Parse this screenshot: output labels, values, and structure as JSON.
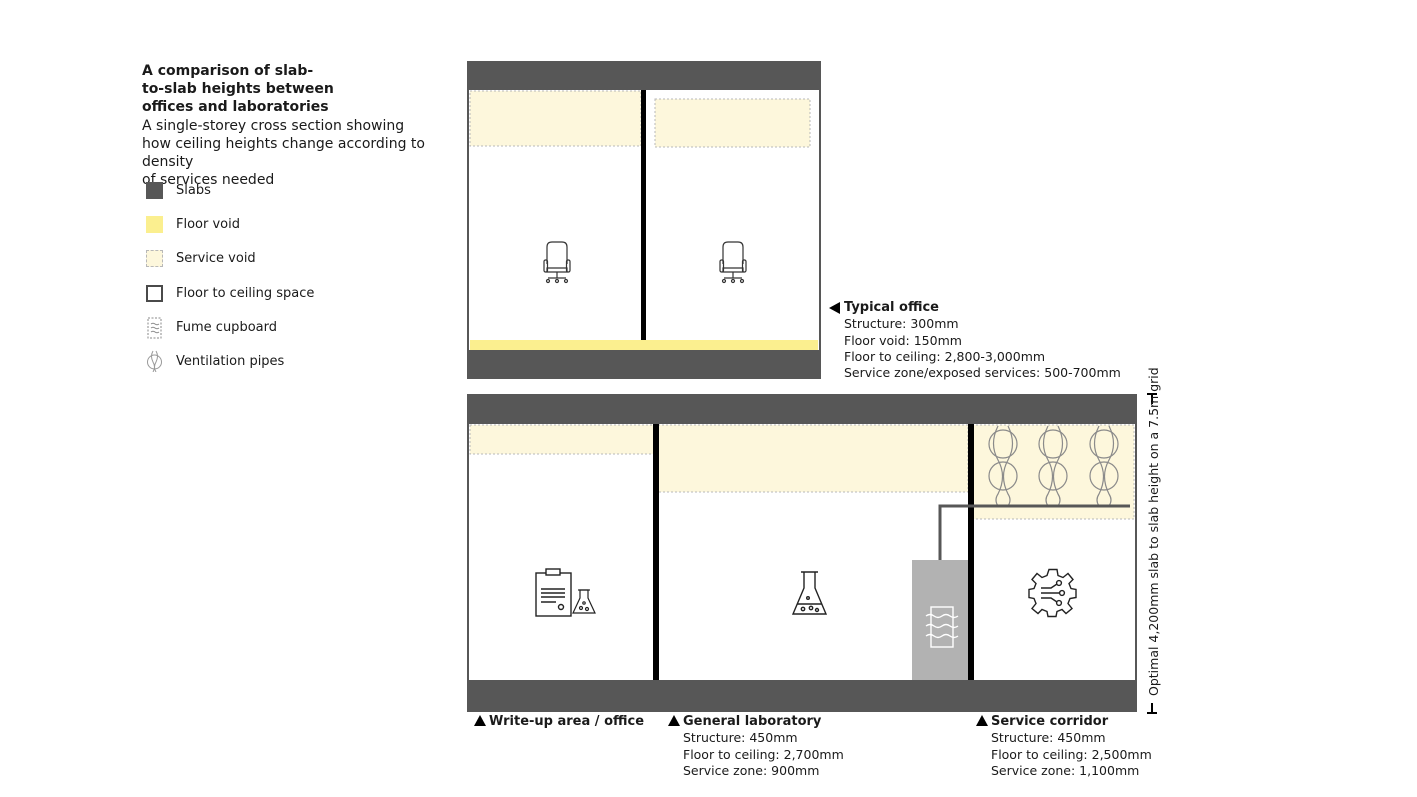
{
  "title": {
    "lines": [
      "A comparison of slab-",
      "to-slab heights between",
      "offices and laboratories"
    ]
  },
  "subtitle": {
    "lines": [
      "A single-storey cross section showing",
      "how ceiling heights change according to density",
      "of services needed"
    ]
  },
  "legend": {
    "items": [
      {
        "label": "Slabs",
        "icon": "slab-swatch"
      },
      {
        "label": "Floor void",
        "icon": "floor-void-swatch"
      },
      {
        "label": "Service void",
        "icon": "service-void-swatch"
      },
      {
        "label": "Floor to ceiling space",
        "icon": "floor-to-ceiling-swatch"
      },
      {
        "label": "Fume cupboard",
        "icon": "fume-cupboard-icon"
      },
      {
        "label": "Ventilation pipes",
        "icon": "ventilation-pipes-icon"
      }
    ]
  },
  "office": {
    "heading": "Typical office",
    "details": [
      "Structure: 300mm",
      "Floor void: 150mm",
      "Floor to ceiling: 2,800-3,000mm",
      "Service zone/exposed services: 500-700mm"
    ]
  },
  "lab": {
    "writeup": {
      "heading": "Write-up area / office"
    },
    "general": {
      "heading": "General laboratory",
      "details": [
        "Structure: 450mm",
        "Floor to ceiling: 2,700mm",
        "Service zone: 900mm"
      ]
    },
    "corridor": {
      "heading": "Service corridor",
      "details": [
        "Structure: 450mm",
        "Floor to ceiling: 2,500mm",
        "Service zone: 1,100mm"
      ]
    },
    "dimension_label": "Optimal 4,200mm slab to slab height on a 7.5m grid"
  },
  "colors": {
    "slab": "#575757",
    "floor_void": "#fbef8f",
    "service_void": "#fdf7dc",
    "service_void_border": "#b8b8b8",
    "wall": "#000000",
    "fume_cupboard": "#b2b2b2",
    "outline": "#4a4a4a"
  }
}
